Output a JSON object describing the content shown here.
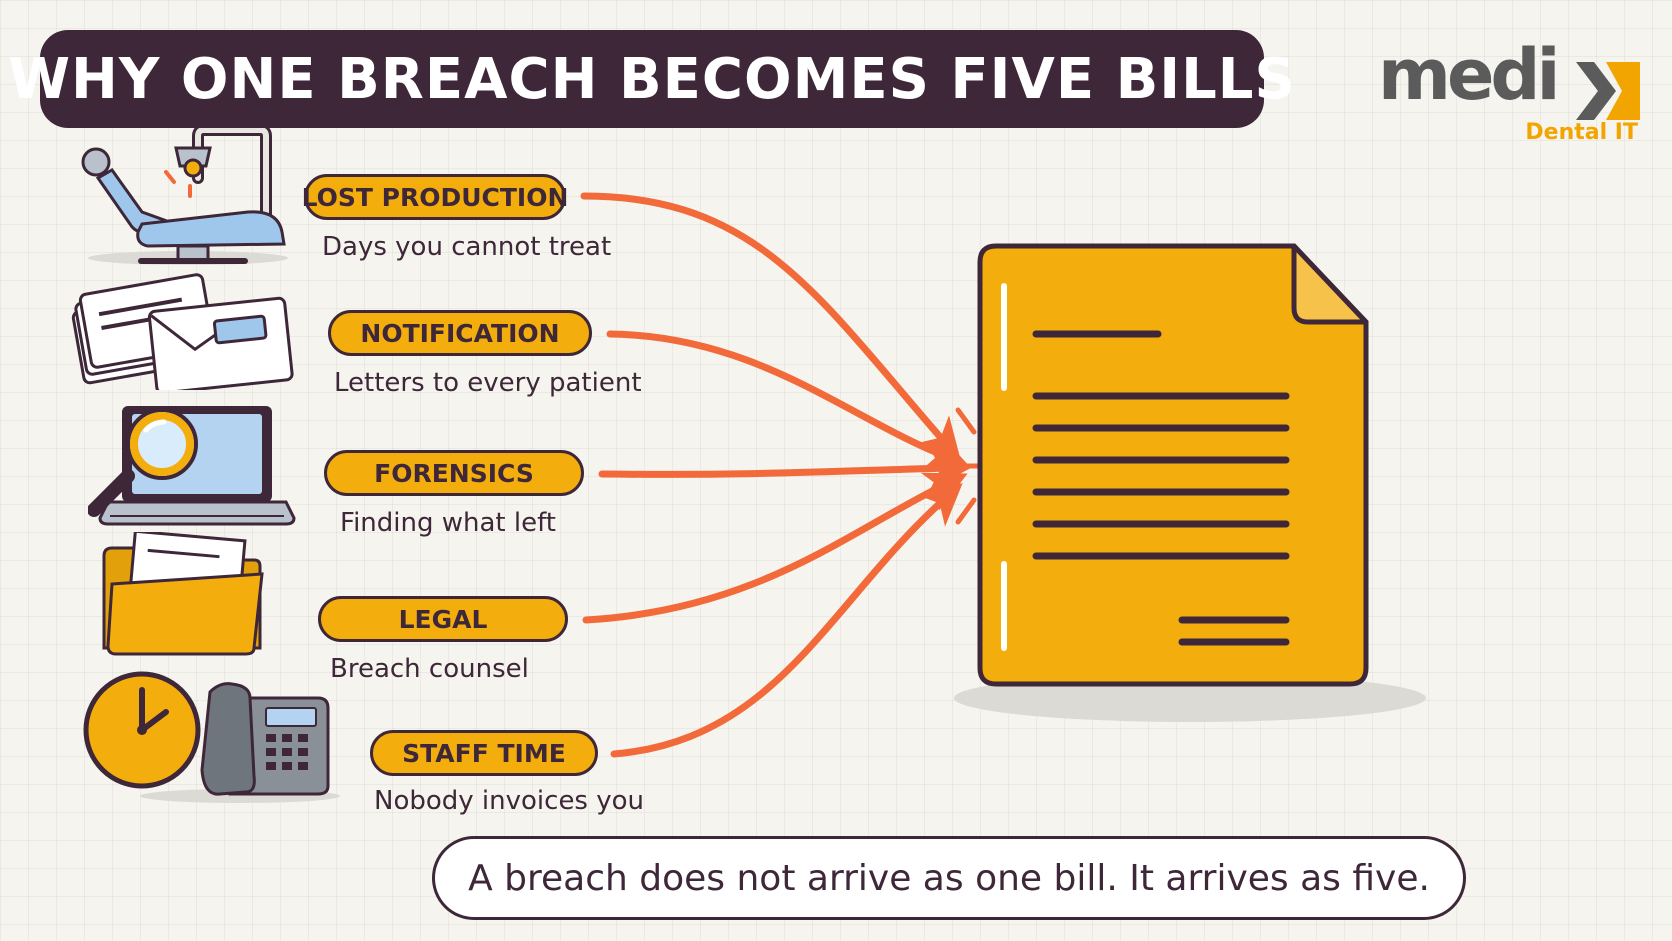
{
  "title": "WHY ONE BREACH BECOMES FIVE BILLS",
  "logo": {
    "word": "medi",
    "sub": "Dental IT",
    "brand_gray": "#5b5b5b",
    "brand_orange": "#f2a500"
  },
  "colors": {
    "dark": "#3d2738",
    "yellow": "#f3ad0d",
    "arrow": "#f26a3a",
    "background": "#f6f4ee"
  },
  "costs": [
    {
      "label": "LOST PRODUCTION",
      "desc": "Days you cannot treat",
      "icon": "dental-chair-icon"
    },
    {
      "label": "NOTIFICATION",
      "desc": "Letters to every patient",
      "icon": "envelopes-icon"
    },
    {
      "label": "FORENSICS",
      "desc": "Finding what left",
      "icon": "laptop-magnifier-icon"
    },
    {
      "label": "LEGAL",
      "desc": "Breach counsel",
      "icon": "folder-icon"
    },
    {
      "label": "STAFF TIME",
      "desc": "Nobody invoices you",
      "icon": "clock-phone-icon"
    }
  ],
  "document_icon": "bill-document-icon",
  "callout": "A breach does not arrive as one bill. It arrives as five."
}
